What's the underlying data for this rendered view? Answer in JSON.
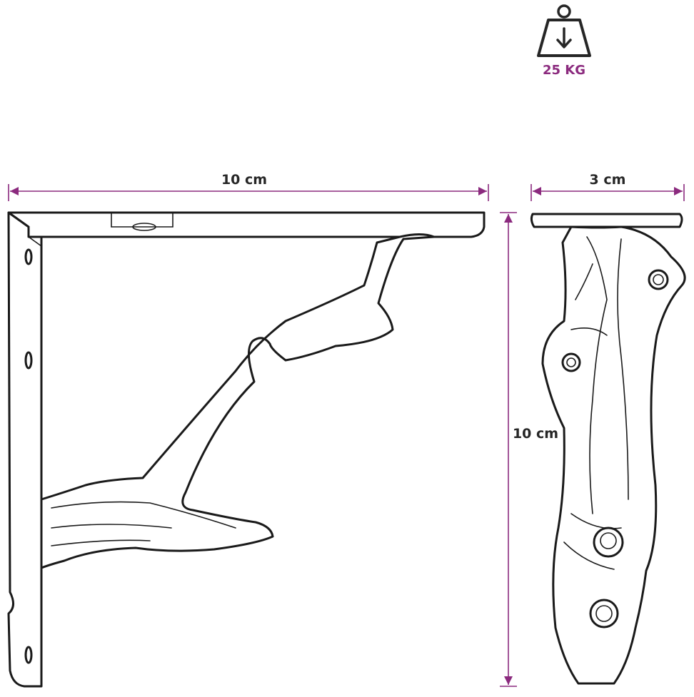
{
  "colors": {
    "dimension_line": "#8b2a7e",
    "load_badge": "#8b2a7e",
    "ink": "#1a1a1a"
  },
  "icons": {
    "load": "weight-icon"
  },
  "load_rating": "25 KG",
  "dimensions": {
    "front_width": "10 cm",
    "side_depth": "3 cm",
    "height": "10 cm"
  }
}
